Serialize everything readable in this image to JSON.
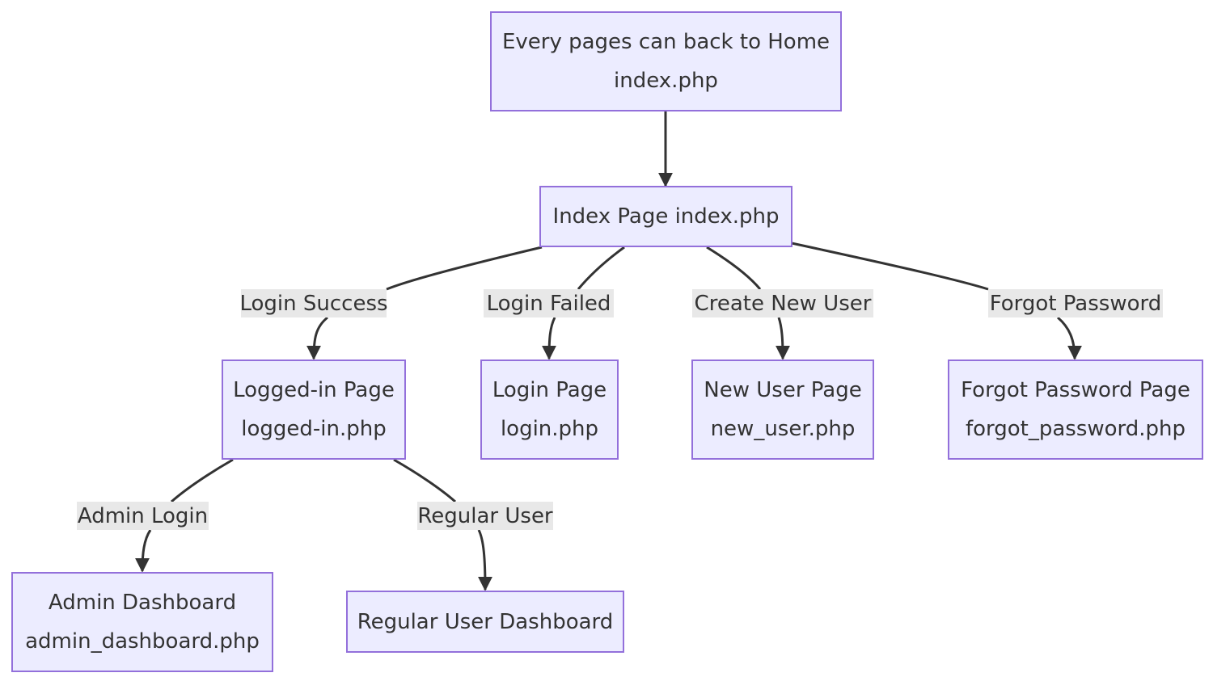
{
  "diagram": {
    "nodes": {
      "home": {
        "line1": "Every pages can back to Home",
        "line2": "index.php"
      },
      "index": {
        "line1": "Index Page index.php"
      },
      "loggedin": {
        "line1": "Logged-in Page",
        "line2": "logged-in.php"
      },
      "login": {
        "line1": "Login Page",
        "line2": "login.php"
      },
      "newuser": {
        "line1": "New User Page",
        "line2": "new_user.php"
      },
      "forgot": {
        "line1": "Forgot Password Page",
        "line2": "forgot_password.php"
      },
      "admin": {
        "line1": "Admin Dashboard",
        "line2": "admin_dashboard.php"
      },
      "regular": {
        "line1": "Regular User Dashboard"
      }
    },
    "edge_labels": {
      "login_success": "Login Success",
      "login_failed": "Login Failed",
      "create_new_user": "Create New User",
      "forgot_password": "Forgot Password",
      "admin_login": "Admin Login",
      "regular_user": "Regular User"
    },
    "colors": {
      "node_fill": "#ececff",
      "node_border": "#9370db",
      "edge": "#333333",
      "label_bg": "#e8e8e8"
    }
  }
}
